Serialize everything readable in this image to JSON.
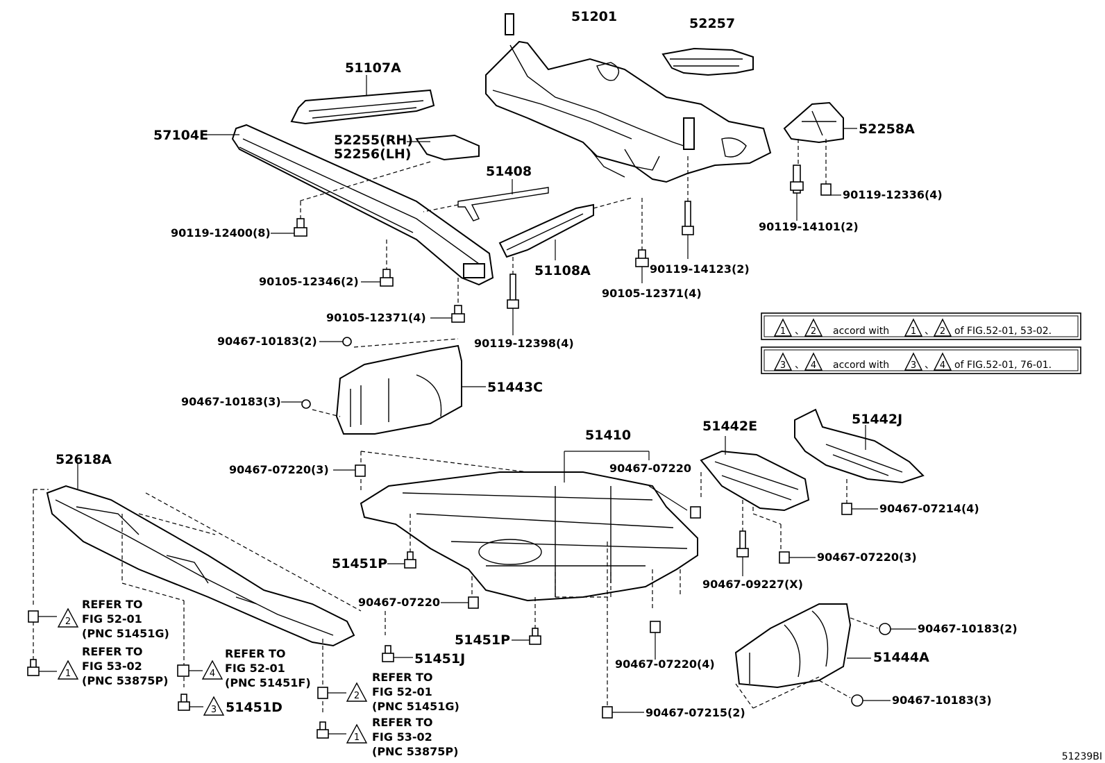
{
  "diagram_id": "51239BI",
  "parts": {
    "p51201": "51201",
    "p52257": "52257",
    "p51107A": "51107A",
    "p57104E": "57104E",
    "p52255": "52255(RH)",
    "p52256": "52256(LH)",
    "p51408": "51408",
    "p52258A": "52258A",
    "p90119_12336": "90119-12336(4)",
    "p90119_14101": "90119-14101(2)",
    "p90119_12400": "90119-12400(8)",
    "p51108A": "51108A",
    "p90119_14123": "90119-14123(2)",
    "p90105_12346": "90105-12346(2)",
    "p90105_12371_left": "90105-12371(4)",
    "p90105_12371_right": "90105-12371(4)",
    "p90119_12398": "90119-12398(4)",
    "p90467_10183_2_top": "90467-10183(2)",
    "p51443C": "51443C",
    "p90467_10183_3_top": "90467-10183(3)",
    "p51410": "51410",
    "p51442E": "51442E",
    "p51442J": "51442J",
    "p52618A": "52618A",
    "p90467_07220_3_left": "90467-07220(3)",
    "p90467_07220_mid": "90467-07220",
    "p90467_07214": "90467-07214(4)",
    "p51451P_a": "51451P",
    "p90467_07220_3_right": "90467-07220(3)",
    "p90467_09227": "90467-09227(X)",
    "p90467_07220_low": "90467-07220",
    "p51451P_b": "51451P",
    "p90467_10183_2_bot": "90467-10183(2)",
    "p51444A": "51444A",
    "p51451J": "51451J",
    "p90467_07220_4": "90467-07220(4)",
    "p51451D": "51451D",
    "p90467_10183_3_bot": "90467-10183(3)",
    "p90467_07215": "90467-07215(2)"
  },
  "refs": {
    "r1": {
      "num": "2",
      "line1": "REFER TO",
      "line2": "FIG 52-01",
      "line3": "(PNC 51451G)"
    },
    "r2": {
      "num": "1",
      "line1": "REFER TO",
      "line2": "FIG 53-02",
      "line3": "(PNC 53875P)"
    },
    "r3": {
      "num": "4",
      "line1": "REFER TO",
      "line2": "FIG 52-01",
      "line3": "(PNC 51451F)"
    },
    "r4": {
      "num": "2",
      "line1": "REFER TO",
      "line2": "FIG 52-01",
      "line3": "(PNC 51451G)"
    },
    "r5": {
      "num": "1",
      "line1": "REFER TO",
      "line2": "FIG 53-02",
      "line3": "(PNC 53875P)"
    },
    "r6": {
      "num": "3"
    }
  },
  "legend": {
    "row1": {
      "a": "1",
      "b": "2",
      "sep": "、",
      "text": "accord with",
      "c": "1",
      "d": "2",
      "tail": "of FIG.52-01, 53-02."
    },
    "row2": {
      "a": "3",
      "b": "4",
      "sep": "、",
      "text": "accord with",
      "c": "3",
      "d": "4",
      "tail": "of FIG.52-01, 76-01."
    }
  }
}
